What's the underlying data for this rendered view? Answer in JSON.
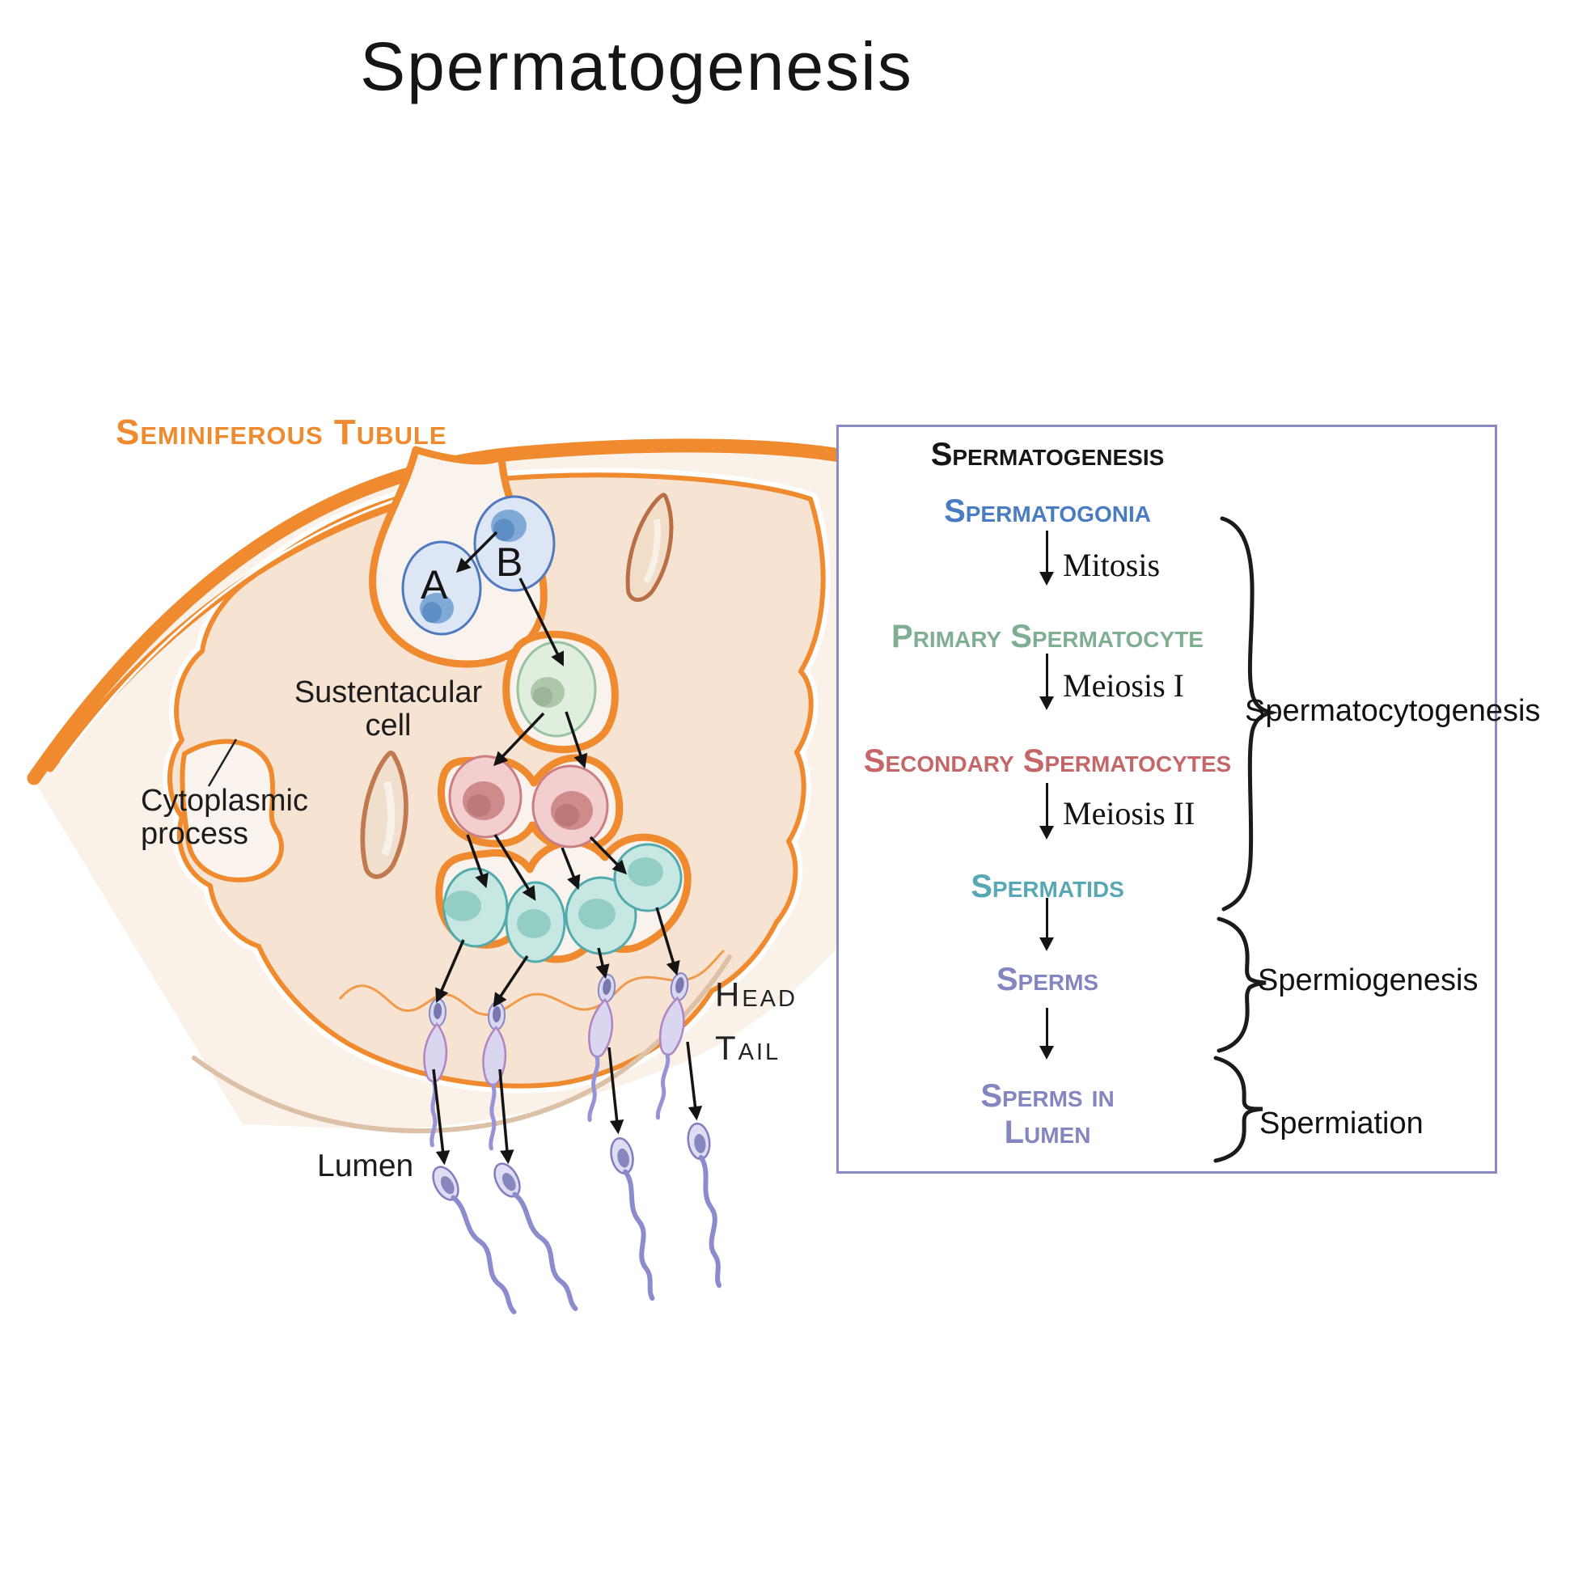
{
  "title": "Spermatogenesis",
  "illustration": {
    "seminiferous_tubule": "Seminiferous Tubule",
    "sustentacular_cell": {
      "line1": "Sustentacular",
      "line2": "cell"
    },
    "cytoplasmic_process": {
      "line1": "Cytoplasmic",
      "line2": "process"
    },
    "lumen": "Lumen",
    "head": "Head",
    "tail": "Tail",
    "cell_a": "A",
    "cell_b": "B"
  },
  "flowchart": {
    "title": "Spermatogenesis",
    "stages": [
      {
        "label": "Spermatogonia",
        "color": "#4a7cc4"
      },
      {
        "label": "Primary Spermatocyte",
        "color": "#7fae92"
      },
      {
        "label": "Secondary Spermatocytes",
        "color": "#c56668"
      },
      {
        "label": "Spermatids",
        "color": "#57a8b4"
      },
      {
        "label": "Sperms",
        "color": "#8486bf"
      },
      {
        "label": "Sperms in",
        "label2": "Lumen",
        "color": "#8486bf"
      }
    ],
    "transitions": [
      {
        "label": "Mitosis"
      },
      {
        "label": "Meiosis I"
      },
      {
        "label": "Meiosis II"
      }
    ],
    "phases": [
      {
        "label": "Spermatocytogenesis"
      },
      {
        "label": "Spermiogenesis"
      },
      {
        "label": "Spermiation"
      }
    ]
  },
  "colors": {
    "accent_orange": "#ef8a2e",
    "box_border": "#8a8ac2",
    "cell_blue": "#dde6f4",
    "cell_green": "#dfeedd",
    "cell_pink": "#f2cece",
    "cell_teal": "#c6e7e2",
    "sperm_lilac": "#d8d8f1",
    "lumen_edge_tan": "#dcc1a6"
  }
}
